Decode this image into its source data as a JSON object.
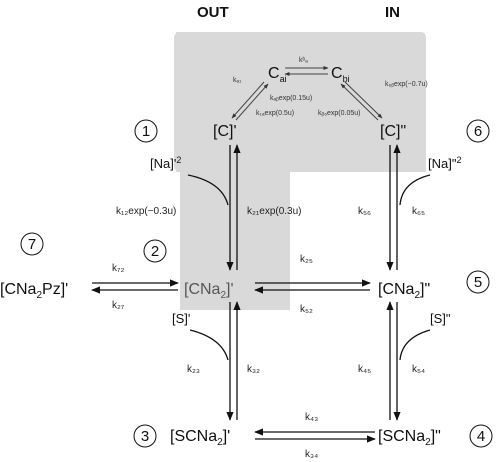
{
  "headers": {
    "out": "OUT",
    "in": "IN"
  },
  "states": {
    "c_out": "[C]'",
    "c_in": "[C]\"",
    "cna2_out_a": "[CNa",
    "cna2_out_b": "2",
    "cna2_out_c": "]'",
    "cna2_in_a": "[CNa",
    "cna2_in_b": "2",
    "cna2_in_c": "]\"",
    "scna2_out_a": "[SCNa",
    "scna2_out_b": "2",
    "scna2_out_c": "]'",
    "scna2_in_a": "[SCNa",
    "scna2_in_b": "2",
    "scna2_in_c": "]\"",
    "cna2pz_a": "[CNa",
    "cna2pz_b": "2",
    "cna2pz_c": "Pz]'",
    "ca_a": "C",
    "ca_b": "ai",
    "cb_a": "C",
    "cb_b": "bi"
  },
  "numbers": [
    "1",
    "2",
    "3",
    "4",
    "5",
    "6",
    "7"
  ],
  "ligands": {
    "na_out": "[Na]'",
    "na_out_sup": "2",
    "na_in": "[Na]\"",
    "na_in_sup": "2",
    "s_out": "[S]'",
    "s_in": "[S]\""
  },
  "rates": {
    "k12": "k₁₂exp(−0.3u)",
    "k21": "k₂₁exp(0.3u)",
    "k56": "k₅₆",
    "k65": "k₆₅",
    "k72": "k₇₂",
    "k27": "k₂₇",
    "k25": "k₂₅",
    "k52": "k₅₂",
    "k23": "k₂₃",
    "k32": "k₃₂",
    "k45": "k₄₅",
    "k54": "k₅₄",
    "k43": "k₄₃",
    "k34": "k₃₄",
    "kba": "kᵇₐ",
    "ka1": "kₐ₁",
    "kab": "kₐᵦexp(0.15u)",
    "k1a": "k₁ₐexp(0.5u)",
    "kb6": "kᵦ₆exp(0.05u)",
    "k6b": "k₆ᵦexp(−0.7u)"
  }
}
